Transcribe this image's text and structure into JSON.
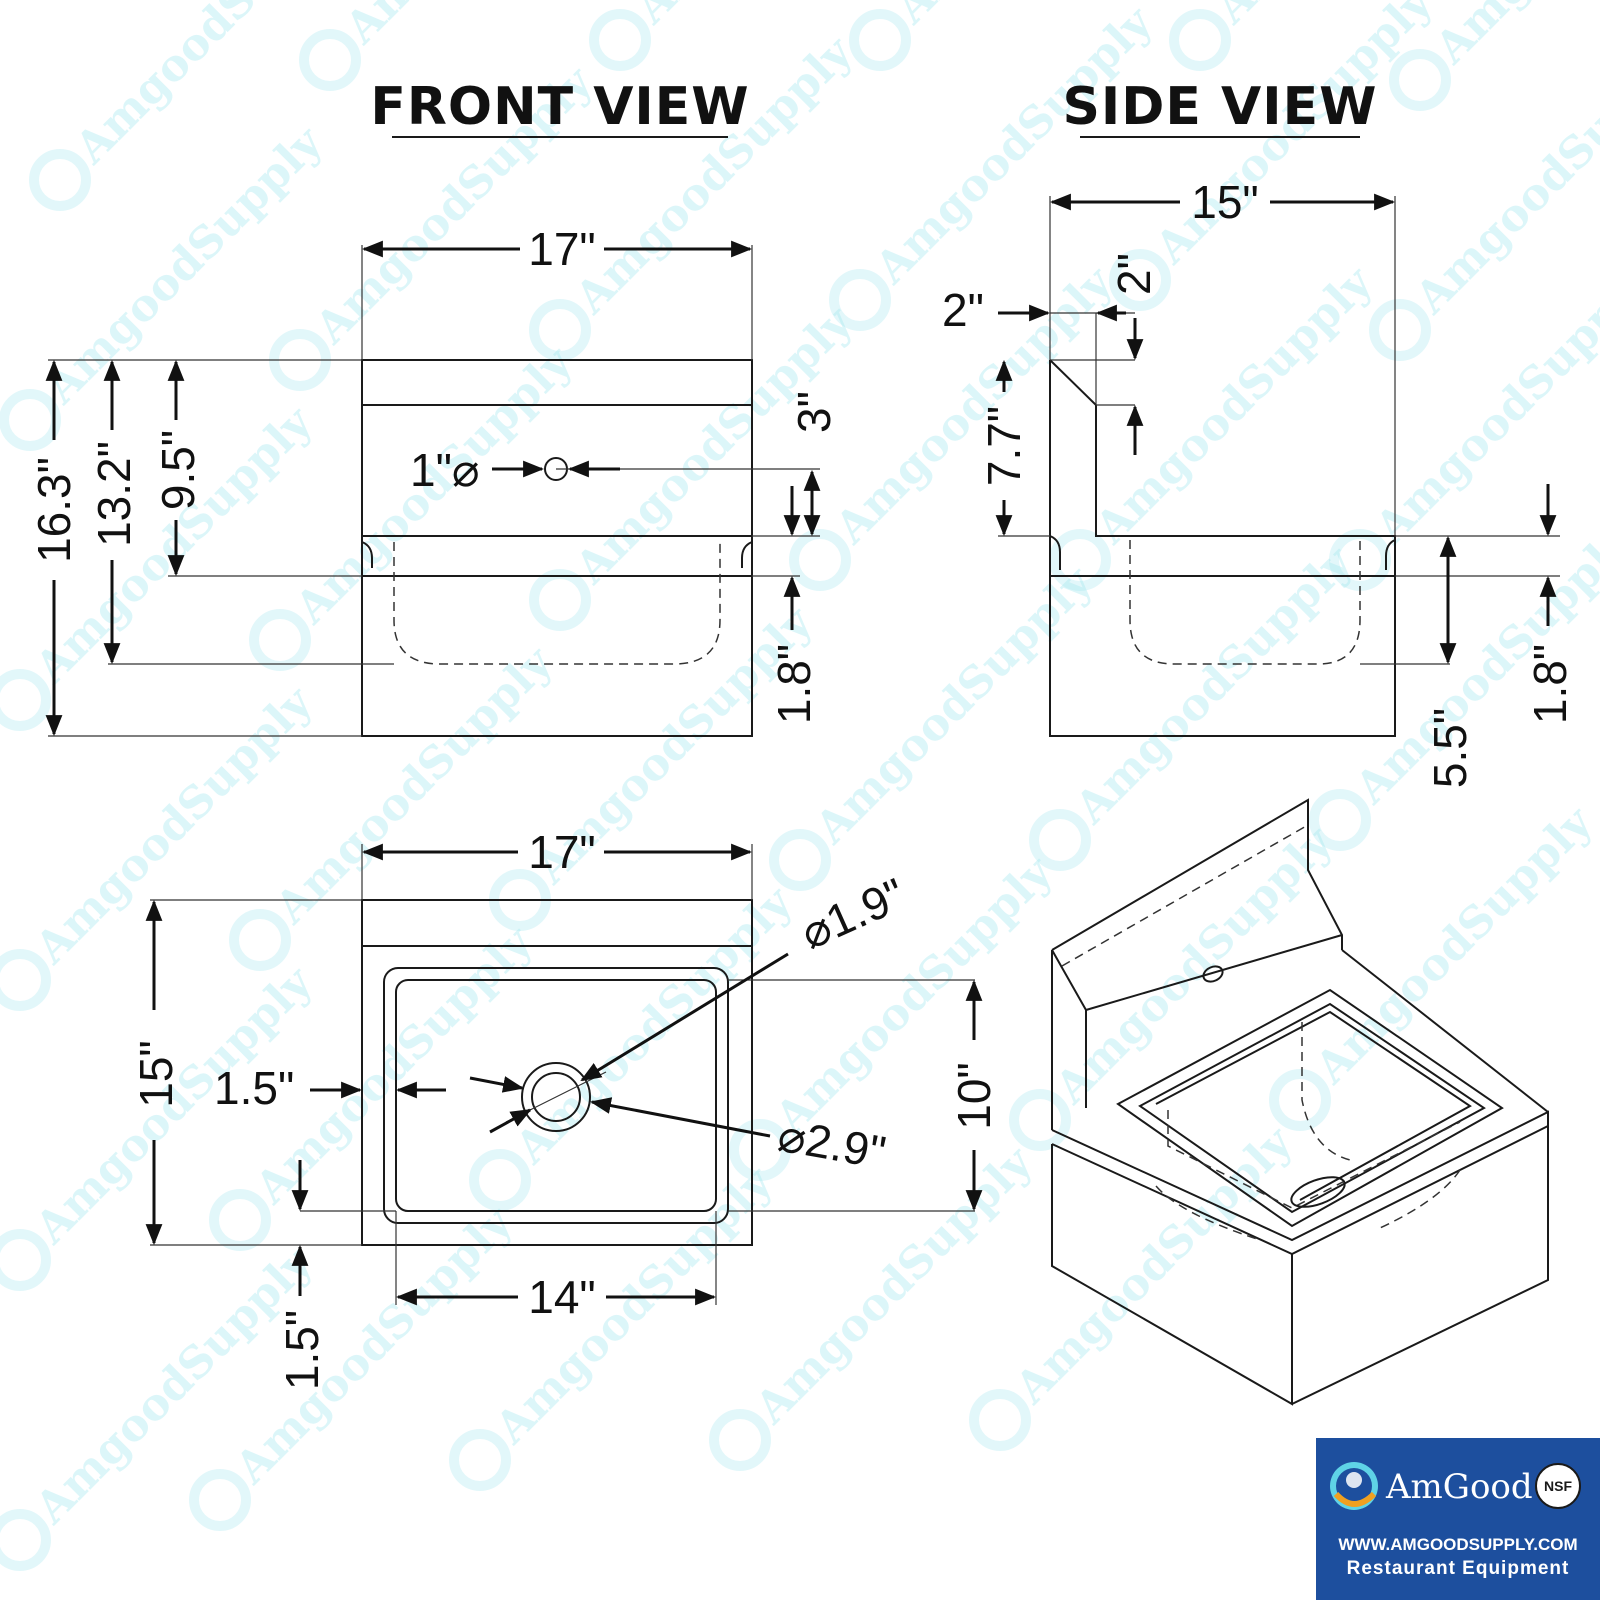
{
  "watermark": {
    "text": "AmgoodSupply"
  },
  "front_view": {
    "title": "FRONT VIEW",
    "width": "17\"",
    "height_total": "16.3\"",
    "height_backsplash": "13.2\"",
    "height_inner": "9.5\"",
    "hole_diameter": "1\"⌀",
    "hole_offset": "3\"",
    "lip": "1.8\""
  },
  "side_view": {
    "title": "SIDE VIEW",
    "depth": "15\"",
    "top_width": "2\"",
    "top_height": "2\"",
    "backsplash_height": "7.7\"",
    "bowl_depth": "5.5\"",
    "lip": "1.8\""
  },
  "top_view": {
    "width": "17\"",
    "depth": "15\"",
    "bowl_width": "14\"",
    "bowl_depth": "10\"",
    "left_margin": "1.5\"",
    "front_margin": "1.5\"",
    "drain_inner": "⌀1.9\"",
    "drain_outer": "⌀2.9\""
  },
  "brand": {
    "name": "AmGood",
    "url": "WWW.AMGOODSUPPLY.COM",
    "tagline": "Restaurant Equipment",
    "cert": "NSF",
    "colors": {
      "panel": "#1d4f9e",
      "logo_orange": "#f0a020",
      "logo_cyan": "#5fd3e6"
    }
  }
}
